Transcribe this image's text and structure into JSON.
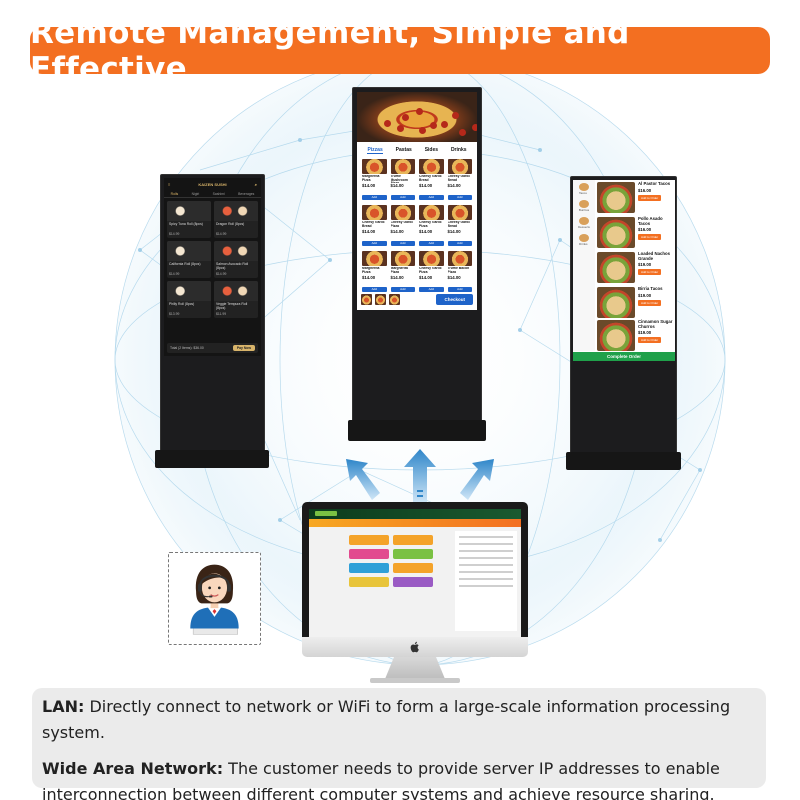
{
  "header": {
    "title": "Remote Management, Simple and Effective",
    "background_color": "#f36f21"
  },
  "kiosk_left": {
    "brand": "KAIZEN SUSHI",
    "tabs": [
      "Rolls",
      "Nigiri",
      "Sashimi",
      "Beverages"
    ],
    "items": [
      {
        "name": "Spicy Tuna Roll (8pcs)",
        "price": "$14.99"
      },
      {
        "name": "Dragon Roll (8pcs)",
        "price": "$14.99"
      },
      {
        "name": "California Roll (8pcs)",
        "price": "$14.99"
      },
      {
        "name": "Salmon Avocado Roll (8pcs)",
        "price": "$14.99"
      },
      {
        "name": "Philly Roll (8pcs)",
        "price": "$13.99"
      },
      {
        "name": "Veggie Tempura Roll (8pcs)",
        "price": "$11.99"
      }
    ],
    "total": "Total (2 Items): $36.00",
    "pay_label": "Pay Now"
  },
  "kiosk_center": {
    "tabs": [
      "Pizzas",
      "Pastas",
      "Sides",
      "Drinks"
    ],
    "items": [
      {
        "name": "Margherita Pizza",
        "price": "$14.00"
      },
      {
        "name": "Truffle Mushroom Pizza",
        "price": "$14.00"
      },
      {
        "name": "Cheesy Garlic Bread",
        "price": "$14.00"
      },
      {
        "name": "Cheesy Garlic Bread",
        "price": "$14.00"
      },
      {
        "name": "Cheesy Garlic Bread",
        "price": "$14.00"
      },
      {
        "name": "Cheesy Garlic Pizza",
        "price": "$14.00"
      },
      {
        "name": "Cheesy Garlic Pizza",
        "price": "$14.00"
      },
      {
        "name": "Cheesy Garlic Bread",
        "price": "$14.00"
      },
      {
        "name": "Margherita Pizza",
        "price": "$14.00"
      },
      {
        "name": "Margherita Pizza",
        "price": "$14.00"
      },
      {
        "name": "Cheesy Garlic Pizza",
        "price": "$14.00"
      },
      {
        "name": "Truffle Bacon Pizza",
        "price": "$14.00"
      }
    ],
    "add_label": "Add",
    "checkout_label": "Checkout",
    "accent_color": "#1e63c9"
  },
  "kiosk_right": {
    "sidebar": [
      "Tacos",
      "Burritos",
      "Desserts",
      "Drinks"
    ],
    "items": [
      {
        "name": "Al Pastor Tacos",
        "price": "$16.00"
      },
      {
        "name": "Pollo Asado Tacos",
        "price": "$16.00"
      },
      {
        "name": "Loaded Nachos Grande",
        "price": "$19.00"
      },
      {
        "name": "Birria Tacos",
        "price": "$19.00"
      },
      {
        "name": "Cinnamon Sugar Churros",
        "price": "$19.00"
      }
    ],
    "add_label": "Add to Order",
    "complete_label": "Complete Order",
    "complete_color": "#1fa04a"
  },
  "info": {
    "lan_label": "LAN:",
    "lan_text": " Directly connect to network or WiFi to form a large-scale information processing system.",
    "wan_label": "Wide Area Network:",
    "wan_text": " The customer needs to provide server IP addresses to enable interconnection between different computer systems and achieve resource sharing."
  },
  "icons": [
    "upload-arrow-icon",
    "apple-logo-icon",
    "headset-agent-icon"
  ]
}
